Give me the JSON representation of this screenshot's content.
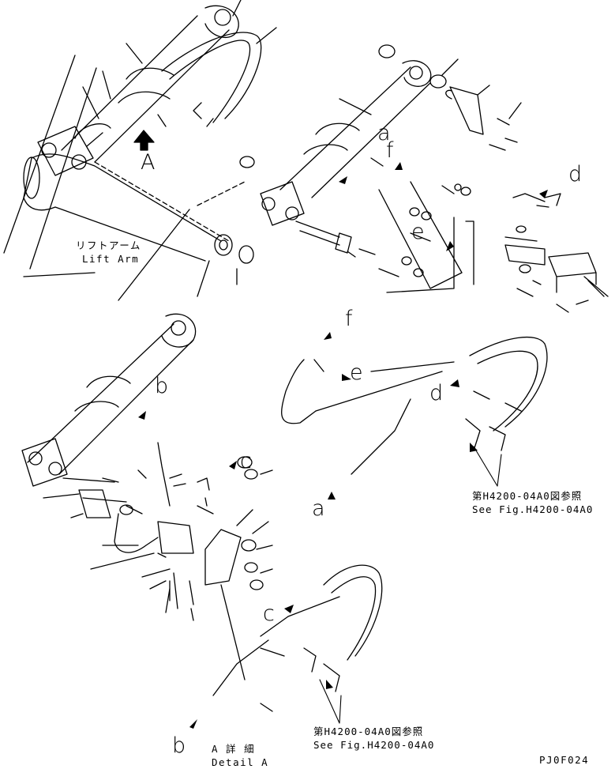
{
  "letters": {
    "A": "A",
    "a1": "a",
    "a2": "a",
    "b1": "b",
    "b2": "b",
    "c1": "c",
    "c2": "c",
    "d1": "d",
    "d2": "d",
    "e1": "e",
    "e2": "e",
    "f1": "f",
    "f2": "f"
  },
  "lift_arm": {
    "jp": "リフトアーム",
    "en": "Lift Arm"
  },
  "ref_fig_1": {
    "jp": "第H4200-04A0図参照",
    "en": "See Fig.H4200-04A0"
  },
  "ref_fig_2": {
    "jp": "第H4200-04A0図参照",
    "en": "See Fig.H4200-04A0"
  },
  "detail_a": {
    "jp": "A 詳 細",
    "en": "Detail A"
  },
  "drawing_code": "PJ0F024",
  "colors": {
    "line": "#000000",
    "background": "#ffffff"
  }
}
